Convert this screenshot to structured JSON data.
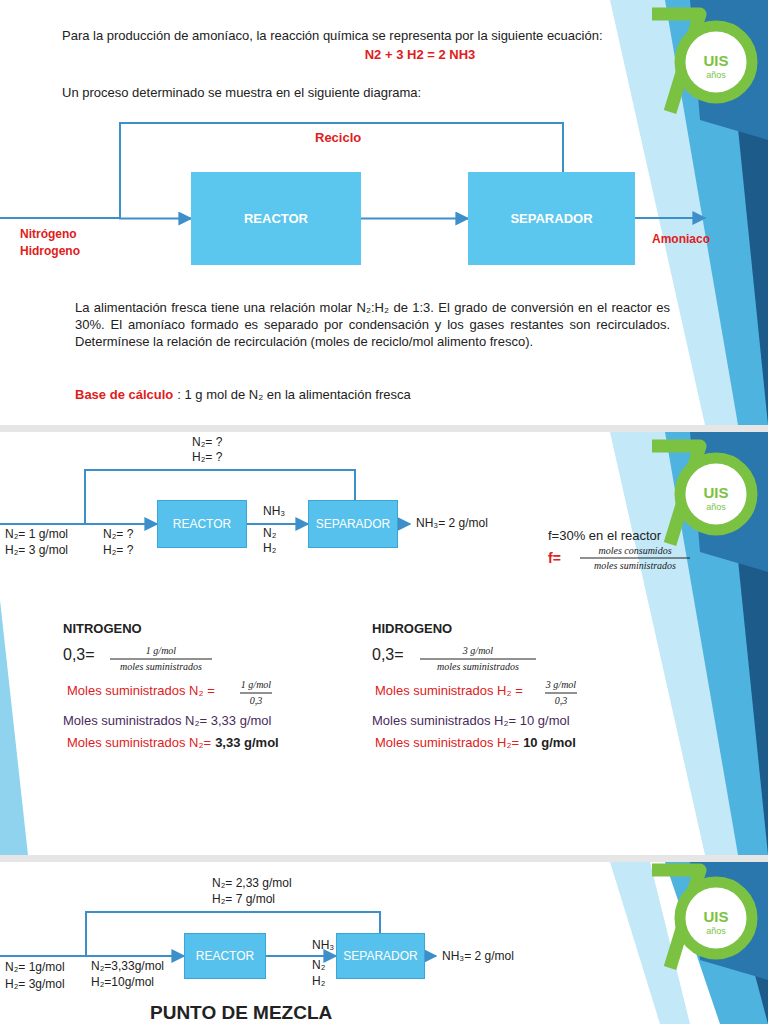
{
  "diagram": {
    "nodes": [
      {
        "text": [
          "REACTOR"
        ]
      },
      {
        "text": [
          "SEPARADOR"
        ]
      },
      {
        "text": [
          "REACTOR"
        ]
      },
      {
        "text": [
          "SEPARADOR"
        ]
      },
      {
        "text": [
          "REACTOR"
        ]
      },
      {
        "text": [
          "SEPARADOR"
        ]
      }
    ],
    "edges": [
      {
        "from": 0,
        "to": 1,
        "arrow": "to"
      },
      {
        "from": 1,
        "to": 0,
        "arrow": "to"
      },
      {
        "from": 2,
        "to": 3,
        "arrow": "to"
      },
      {
        "from": 3,
        "to": 2,
        "arrow": "to"
      },
      {
        "from": 4,
        "to": 5,
        "arrow": "to"
      },
      {
        "from": 5,
        "to": 4,
        "arrow": "to"
      }
    ],
    "labels": [
      "Para la producción de amoníaco, la reacción química se representa por la siguiente ecuación:",
      "N2 + 3 H2 = 2 NH3",
      "Un proceso determinado se muestra en el siguiente diagrama:",
      "Reciclo",
      "Nitrógeno",
      "Hidrogeno",
      "Amoniaco",
      "La alimentación fresca tiene una relación molar N₂:H₂ de 1:3. El grado de conversión en el reactor es 30%. El amoníaco formado es separado por condensación y los gases restantes son recirculados. Determínese la relación de recirculación (moles de reciclo/mol alimento fresco).",
      "Base de cálculo",
      ": 1 g mol de N₂ en la alimentación fresca",
      "UIS",
      "años",
      "N₂= ?",
      "H₂= ?",
      "N₂= 1 g/mol",
      "H₂= 3 g/mol",
      "N₂= ?",
      "H₂= ?",
      "NH₃",
      "N₂",
      "H₂",
      "NH₃= 2 g/mol",
      "f=30% en el reactor",
      "f=",
      "moles consumidos",
      "moles suministrados",
      "NITROGENO",
      "0,3=",
      "1 g/mol",
      "moles suministrados",
      "Moles suministrados N₂ =",
      "1 g/mol",
      "0,3",
      "Moles suministrados N₂= 3,33 g/mol",
      "Moles suministrados N₂=",
      "3,33 g/mol",
      "HIDROGENO",
      "0,3=",
      "3 g/mol",
      "moles suministrados",
      "Moles suministrados H₂ =",
      "3 g/mol",
      "0,3",
      "Moles suministrados H₂= 10 g/mol",
      "Moles suministrados H₂=",
      "10 g/mol",
      "UIS",
      "años",
      "N₂= 2,33 g/mol",
      "H₂= 7 g/mol",
      "N₂= 1g/mol",
      "H₂= 3g/mol",
      "N₂=3,33g/mol",
      "H₂=10g/mol",
      "NH₃",
      "N₂",
      "H₂",
      "NH₃= 2 g/mol",
      "UIS",
      "años",
      "PUNTO DE MEZCLA"
    ]
  }
}
